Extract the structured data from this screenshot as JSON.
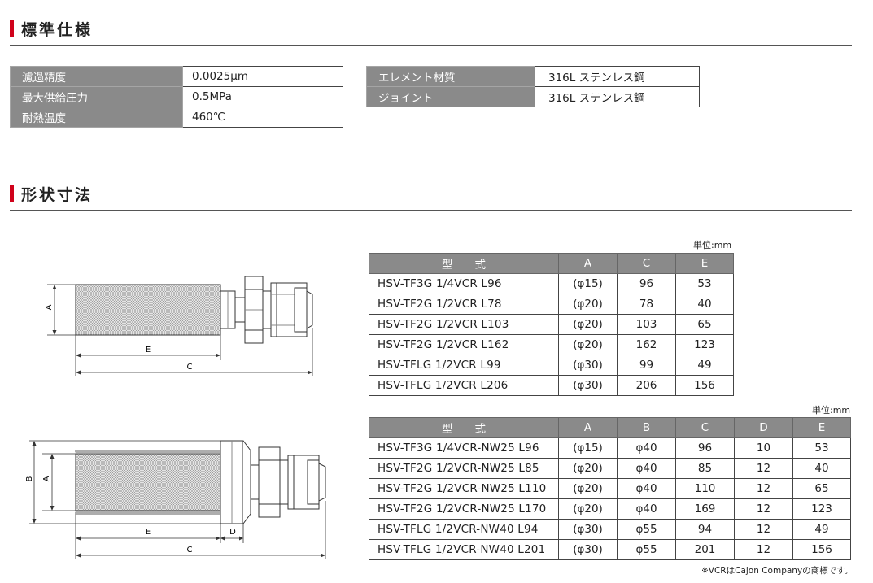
{
  "sections": {
    "spec_title": "標準仕様",
    "dim_title": "形状寸法"
  },
  "spec_left": [
    {
      "label": "濾過精度",
      "value": "0.0025µm"
    },
    {
      "label": "最大供給圧力",
      "value": "0.5MPa"
    },
    {
      "label": "耐熱温度",
      "value": "460℃"
    }
  ],
  "spec_right": [
    {
      "label": "エレメント材質",
      "value": "316L ステンレス鋼"
    },
    {
      "label": "ジョイント",
      "value": "316L ステンレス鋼"
    }
  ],
  "table1": {
    "unit": "単位:mm",
    "headers": [
      "型　　式",
      "A",
      "C",
      "E"
    ],
    "rows": [
      [
        "HSV-TF3G 1/4VCR L96",
        "(φ15)",
        "96",
        "53"
      ],
      [
        "HSV-TF2G 1/2VCR L78",
        "(φ20)",
        "78",
        "40"
      ],
      [
        "HSV-TF2G 1/2VCR L103",
        "(φ20)",
        "103",
        "65"
      ],
      [
        "HSV-TF2G 1/2VCR L162",
        "(φ20)",
        "162",
        "123"
      ],
      [
        "HSV-TFLG 1/2VCR L99",
        "(φ30)",
        "99",
        "49"
      ],
      [
        "HSV-TFLG 1/2VCR L206",
        "(φ30)",
        "206",
        "156"
      ]
    ]
  },
  "table2": {
    "unit": "単位:mm",
    "headers": [
      "型　　式",
      "A",
      "B",
      "C",
      "D",
      "E"
    ],
    "rows": [
      [
        "HSV-TF3G 1/4VCR-NW25 L96",
        "(φ15)",
        "φ40",
        "96",
        "10",
        "53"
      ],
      [
        "HSV-TF2G 1/2VCR-NW25 L85",
        "(φ20)",
        "φ40",
        "85",
        "12",
        "40"
      ],
      [
        "HSV-TF2G 1/2VCR-NW25 L110",
        "(φ20)",
        "φ40",
        "110",
        "12",
        "65"
      ],
      [
        "HSV-TF2G 1/2VCR-NW25 L170",
        "(φ20)",
        "φ40",
        "169",
        "12",
        "123"
      ],
      [
        "HSV-TFLG 1/2VCR-NW40 L94",
        "(φ30)",
        "φ55",
        "94",
        "12",
        "49"
      ],
      [
        "HSV-TFLG 1/2VCR-NW40 L201",
        "(φ30)",
        "φ55",
        "201",
        "12",
        "156"
      ]
    ]
  },
  "diagram1": {
    "label_a": "A",
    "label_e": "E",
    "label_c": "C"
  },
  "diagram2": {
    "label_a": "A",
    "label_b": "B",
    "label_e": "E",
    "label_d": "D",
    "label_c": "C"
  },
  "footnote": "※VCRはCajon Companyの商標です。",
  "colors": {
    "accent": "#d0021b",
    "header_bg": "#8a8a8a"
  }
}
